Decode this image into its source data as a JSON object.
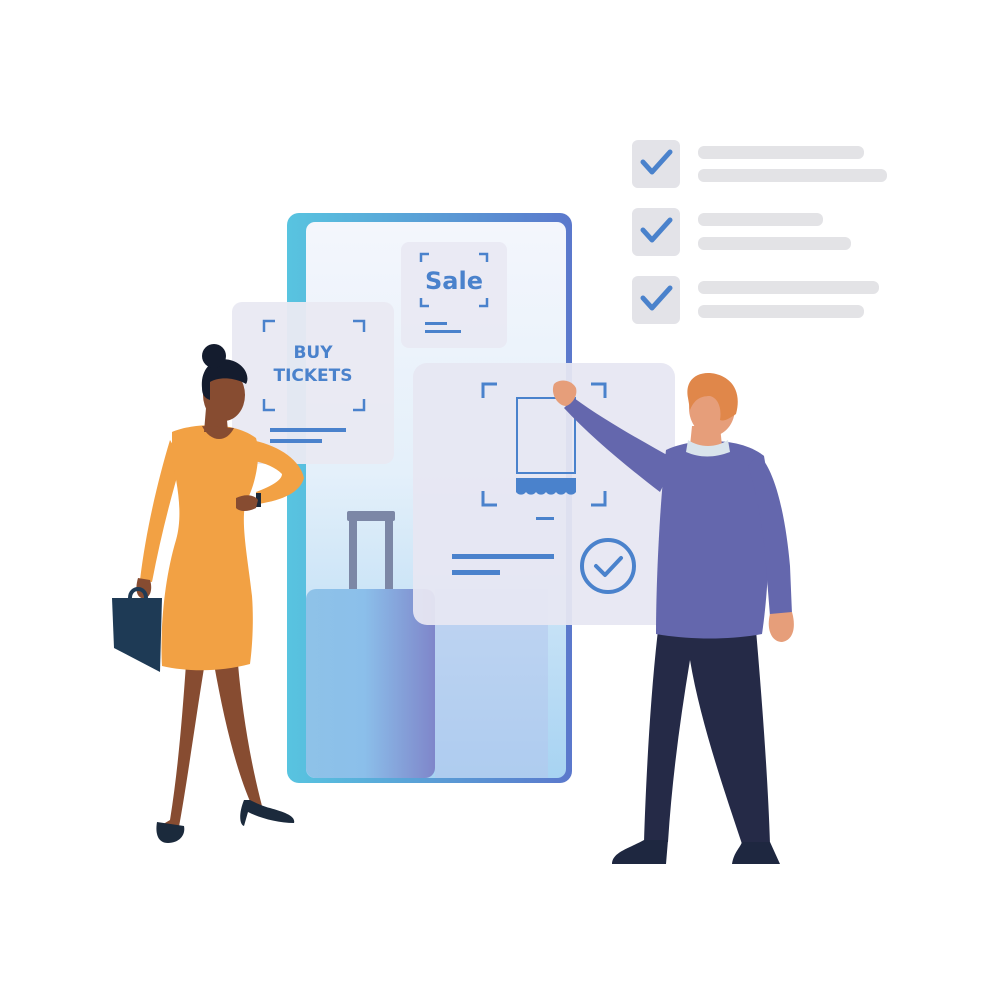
{
  "cards": {
    "buy_tickets": {
      "line1": "BUY",
      "line2": "TICKETS"
    },
    "sale": {
      "label": "Sale"
    }
  },
  "checklist": {
    "items_checked": [
      true,
      true,
      true
    ]
  },
  "colors": {
    "accent_blue": "#4A82CC",
    "phone_frame": "#5E8FD6",
    "card_bg": "#E9E9F3",
    "checkbox_bg": "#E3E3E8",
    "placeholder_line": "#E3E3E6",
    "dress": "#F2A144",
    "sweater": "#6467AD",
    "trousers": "#252A47",
    "briefcase": "#1E3A55"
  },
  "icons": {
    "check": "check-icon",
    "scan_frame": "scan-frame-icon",
    "ticket": "ticket-icon",
    "confirm": "check-circle-icon",
    "luggage": "suitcase-icon",
    "briefcase": "briefcase-icon"
  }
}
